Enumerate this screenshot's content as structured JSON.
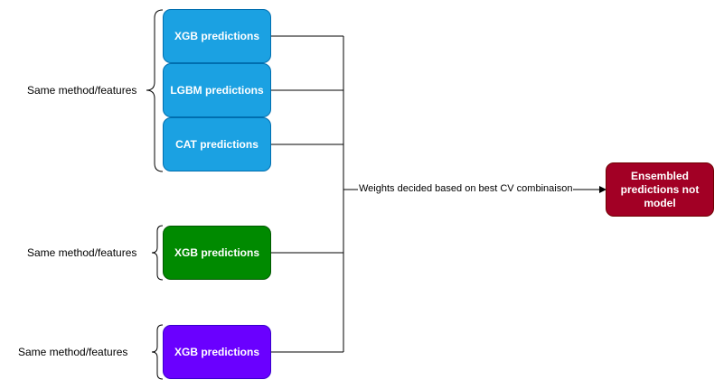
{
  "groups": [
    {
      "label": "Same method/features",
      "nodes": [
        "XGB predictions",
        "LGBM predictions",
        "CAT predictions"
      ],
      "color": "#1ba1e2"
    },
    {
      "label": "Same method/features",
      "nodes": [
        "XGB predictions"
      ],
      "color": "#008a00"
    },
    {
      "label": "Same method/features",
      "nodes": [
        "XGB predictions"
      ],
      "color": "#6a00ff"
    }
  ],
  "edge_label": "Weights decided based on best CV combinaison",
  "output_node": {
    "label": "Ensembled predictions not model",
    "color": "#a20025"
  }
}
